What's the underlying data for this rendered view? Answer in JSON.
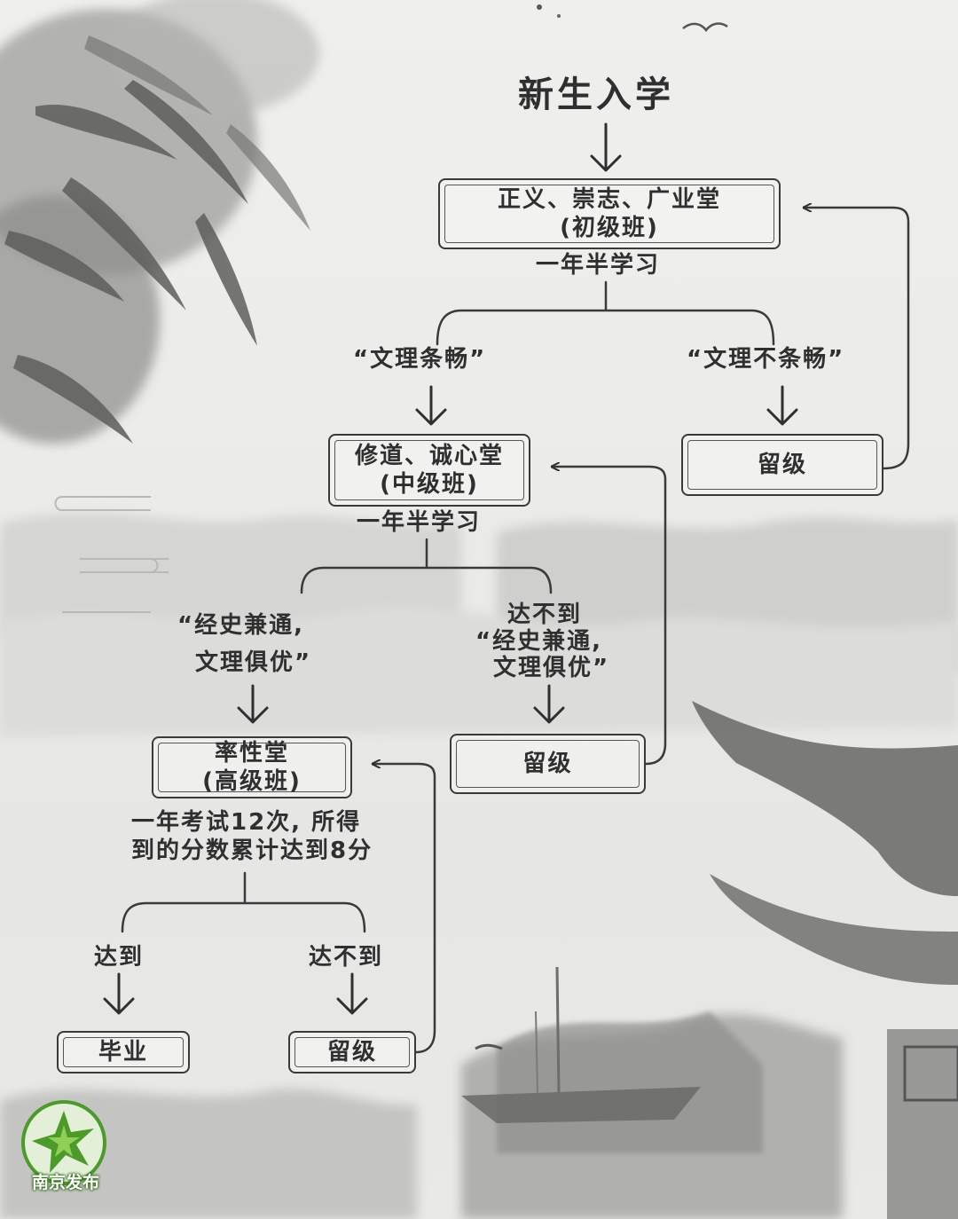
{
  "title": "新生入学",
  "level1": {
    "line1": "正义、崇志、广业堂",
    "line2": "(初级班)"
  },
  "study1": "一年半学习",
  "pass1": "“文理条畅”",
  "fail1": "“文理不条畅”",
  "repeat1": "留级",
  "level2": {
    "line1": "修道、诚心堂",
    "line2": "(中级班)"
  },
  "study2": "一年半学习",
  "pass2": {
    "line1": "“经史兼通,",
    "line2": "文理俱优”"
  },
  "fail2": {
    "line1": "达不到",
    "line2": "“经史兼通,",
    "line3": "文理俱优”"
  },
  "repeat2": "留级",
  "level3": {
    "line1": "率性堂",
    "line2": "(高级班)"
  },
  "exam": {
    "line1": "一年考试12次, 所得",
    "line2": "到的分数累计达到8分"
  },
  "pass3": "达到",
  "fail3": "达不到",
  "graduate": "毕业",
  "repeat3": "留级",
  "logo": {
    "text": "南京发布"
  },
  "colors": {
    "ink": "#2f2f2f",
    "paper": "#ebebe9",
    "logo_green": "#4c9a2a"
  }
}
